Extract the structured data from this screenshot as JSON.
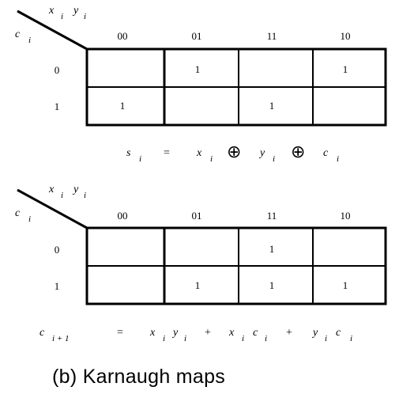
{
  "maps": [
    {
      "row_var": [
        "c",
        "i"
      ],
      "col_vars": [
        [
          "x",
          "i"
        ],
        [
          "y",
          "i"
        ]
      ],
      "col_headers": [
        "00",
        "01",
        "11",
        "10"
      ],
      "row_headers": [
        "0",
        "1"
      ],
      "cells": [
        [
          "",
          "1",
          "",
          "1"
        ],
        [
          "1",
          "",
          "1",
          ""
        ]
      ],
      "equation": {
        "lhs": [
          "s",
          "i"
        ],
        "eq": "=",
        "terms": [
          [
            "x",
            "i"
          ],
          [
            "y",
            "i"
          ],
          [
            "c",
            "i"
          ]
        ],
        "op": "⊕"
      }
    },
    {
      "row_var": [
        "c",
        "i"
      ],
      "col_vars": [
        [
          "x",
          "i"
        ],
        [
          "y",
          "i"
        ]
      ],
      "col_headers": [
        "00",
        "01",
        "11",
        "10"
      ],
      "row_headers": [
        "0",
        "1"
      ],
      "cells": [
        [
          "",
          "",
          "1",
          ""
        ],
        [
          "",
          "1",
          "1",
          "1"
        ]
      ],
      "equation": {
        "lhs": [
          "c",
          "i + 1"
        ],
        "eq": "=",
        "products": [
          [
            [
              "x",
              "i"
            ],
            [
              "y",
              "i"
            ]
          ],
          [
            [
              "x",
              "i"
            ],
            [
              "c",
              "i"
            ]
          ],
          [
            [
              "y",
              "i"
            ],
            [
              "c",
              "i"
            ]
          ]
        ],
        "op": "+"
      }
    }
  ],
  "caption": "(b) Karnaugh maps"
}
